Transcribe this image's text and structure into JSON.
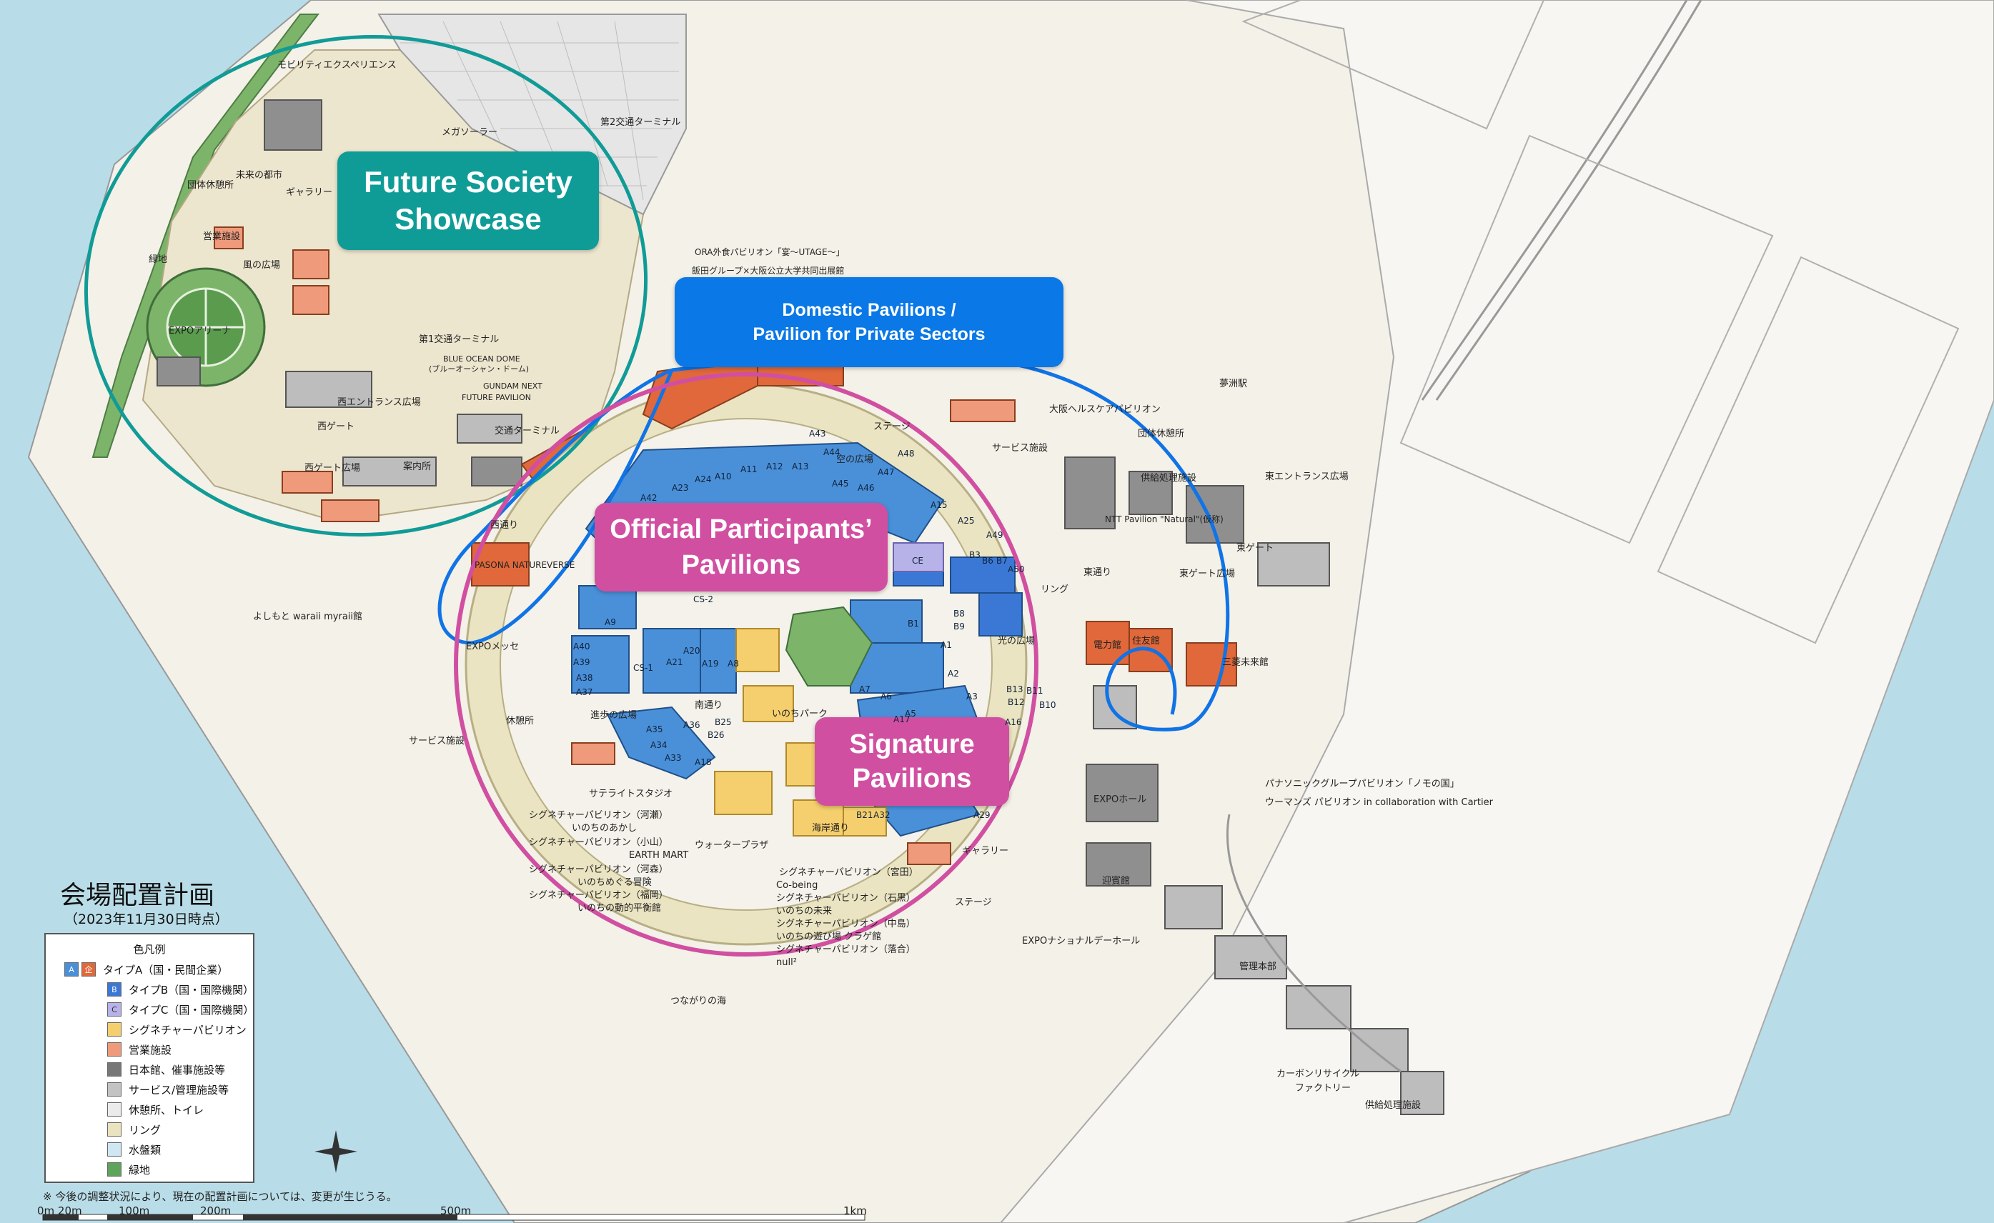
{
  "badges": {
    "future": [
      "Future Society",
      "Showcase"
    ],
    "domestic": [
      "Domestic Pavilions /",
      "Pavilion for Private Sectors"
    ],
    "official": [
      "Official Participants’",
      "Pavilions"
    ],
    "signature": [
      "Signature",
      "Pavilions"
    ]
  },
  "colors": {
    "sea": "#b9dde8",
    "land": "#efe9d8",
    "future_ring": "#119b97",
    "domestic_ring": "#1073e6",
    "official_ring": "#d14fa1",
    "typeA": "#4a90d9",
    "typeA_corp": "#e0683a",
    "typeB": "#3b78d6",
    "typeC": "#b7b2e8",
    "signature": "#f5cf6e",
    "commercial": "#f09a7c",
    "japan": "#777777",
    "service": "#c3c3c3",
    "rest": "#ebebeb",
    "ring": "#e9e3be",
    "water": "#cfe7f3",
    "green": "#5ea45a"
  },
  "map_title": "会場配置計画",
  "map_date": "（2023年11月30日時点）",
  "legend": {
    "title": "色凡例",
    "items": [
      {
        "marker": "A 企",
        "label": "タイプA（国・民間企業）"
      },
      {
        "marker": "B",
        "label": "タイプB（国・国際機関）"
      },
      {
        "marker": "C",
        "label": "タイプC（国・国際機関）"
      },
      {
        "marker": "",
        "label": "シグネチャーパビリオン"
      },
      {
        "marker": "",
        "label": "営業施設"
      },
      {
        "marker": "",
        "label": "日本館、催事施設等"
      },
      {
        "marker": "",
        "label": "サービス/管理施設等"
      },
      {
        "marker": "",
        "label": "休憩所、トイレ"
      },
      {
        "marker": "",
        "label": "リング"
      },
      {
        "marker": "",
        "label": "水盤類"
      },
      {
        "marker": "",
        "label": "緑地"
      }
    ]
  },
  "note": "※ 今後の調整状況により、現在の配置計画については、変更が生じうる。",
  "scale": [
    "0m 20m",
    "100m",
    "200m",
    "500m",
    "1km"
  ],
  "labels": {
    "mobility": "モビリティエクスペリエンス",
    "mega_solar": "メガソーラー",
    "terminal2": "第2交通ターミナル",
    "future_city": "未来の都市",
    "rest_group": "団体休憩所",
    "gallery": "ギャラリー",
    "commercial": "営業施設",
    "wind_plaza": "風の広場",
    "green_area": "緑地",
    "expo_arena": "EXPOアリーナ",
    "terminal1": "第1交通ターミナル",
    "blue_ocean": "BLUE OCEAN DOME",
    "blue_ocean_kana": "(ブルーオーシャン・ドーム)",
    "gundam": "GUNDAM NEXT",
    "gundam2": "FUTURE PAVILION",
    "west_entrance": "西エントランス広場",
    "west_gate": "西ゲート",
    "west_gate_plaza": "西ゲート広場",
    "info": "案内所",
    "traffic_terminal": "交通ターミナル",
    "ora": "ORA外食パビリオン「宴～UTAGE～」",
    "iida": "飯田グループ×大阪公立大学共同出展館",
    "osaka_health": "大阪ヘルスケアパビリオン",
    "yumeshima": "夢洲駅",
    "stage": "ステージ",
    "service_facility": "サービス施設",
    "east_entrance": "東エントランス広場",
    "east_gate": "東ゲート",
    "east_gate_plaza": "東ゲート広場",
    "ntt": "NTT Pavilion \"Natural\"(仮称)",
    "supply": "供給処理施設",
    "sky_plaza": "空の広場",
    "pasona": "PASONA NATUREVERSE",
    "yoshimoto": "よしもと waraii myraii館",
    "expo_messe": "EXPOメッセ",
    "ring_label": "リング",
    "east_street": "東通り",
    "south_street": "南通り",
    "west_street": "西通り",
    "dream_plaza": "進歩の広場",
    "light_plaza": "光の広場",
    "inochi_park": "いのちパーク",
    "denryoku": "電力館",
    "sumitomo": "住友館",
    "mitsubishi": "三菱未来館",
    "panasonic": "パナソニックグループパビリオン「ノモの国」",
    "womans": "ウーマンズ パビリオン in collaboration with Cartier",
    "expo_hall": "EXPOホール",
    "guest_house": "迎賓館",
    "expo_national": "EXPOナショナルデーホール",
    "management": "管理本部",
    "carbon": "カーボンリサイクル",
    "carbon2": "ファクトリー",
    "supply2": "供給処理施設",
    "tsunagari": "つながりの海",
    "water_plaza": "ウォータープラザ",
    "satellite": "サテライトスタジオ",
    "sig_kawase": "シグネチャーパビリオン（河瀬）",
    "inochi_akashi": "いのちのあかし",
    "sig_koyama": "シグネチャーパビリオン（小山）",
    "earth_mart": "EARTH MART",
    "sig_nakajima": "シグネチャーパビリオン（河森）",
    "inochi_bouken": "いのちめぐる冒険",
    "sig_fukuoka": "シグネチャーパビリオン（福岡）",
    "inochi_heiko": "いのちの動的平衡館",
    "sig_miyata": "シグネチャーパビリオン（宮田）",
    "cobeing": "Co-being",
    "sig_ishiguro": "シグネチャーパビリオン（石黒）",
    "inochi_mirai": "いのちの未来",
    "sig_nakajima2": "シグネチャーパビリオン（中島）",
    "inochi_asobi": "いのちの遊び場 クラゲ館",
    "sig_ochiai": "シグネチャーパビリオン（落合）",
    "null": "null²",
    "kaigan": "海岸通り",
    "stage2": "ステージ",
    "gallery2": "ギャラリー",
    "rest": "休憩所",
    "service2": "サービス施設",
    "group_rest": "団体休憩所"
  },
  "pavilion_codes": [
    "A1",
    "A2",
    "A3",
    "A5",
    "A6",
    "A7",
    "A8",
    "A9",
    "A10",
    "A11",
    "A12",
    "A13",
    "A15",
    "A16",
    "A17",
    "A18",
    "A19",
    "A20",
    "A21",
    "A23",
    "A24",
    "A25",
    "A29",
    "A32",
    "A33",
    "A34",
    "A35",
    "A36",
    "A37",
    "A38",
    "A39",
    "A40",
    "A42",
    "A43",
    "A44",
    "A45",
    "A46",
    "A47",
    "A48",
    "A49",
    "A50",
    "B1",
    "B3",
    "B6",
    "B7",
    "B8",
    "B9",
    "B10",
    "B11",
    "B12",
    "B13",
    "B21",
    "B25",
    "B26",
    "CE",
    "CS-1",
    "CS-2"
  ]
}
